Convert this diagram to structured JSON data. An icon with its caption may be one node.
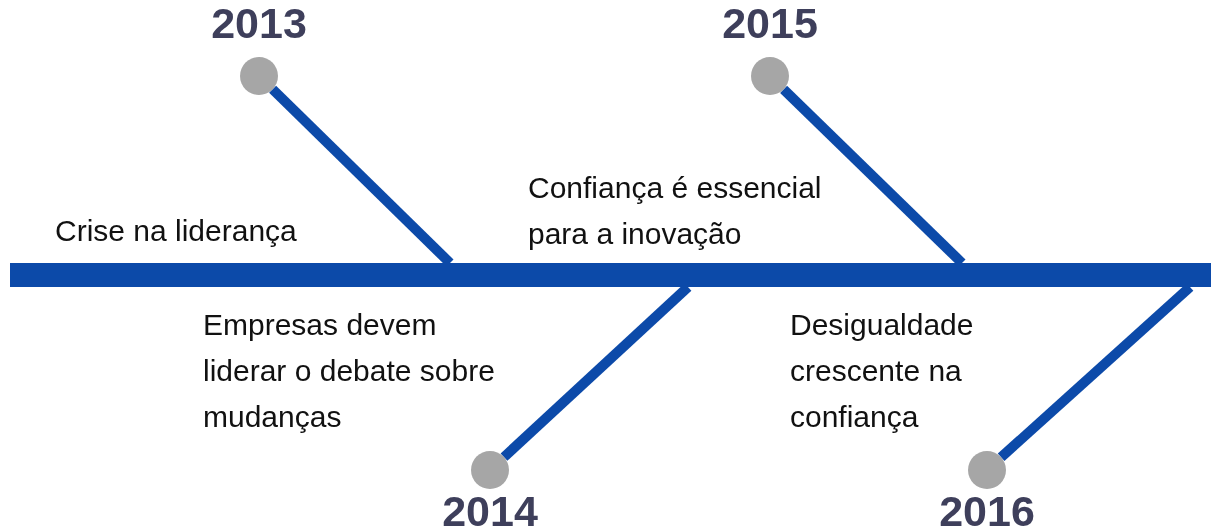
{
  "diagram": {
    "nodes": [
      {
        "text": [],
        "shape": "bar"
      },
      {
        "text": [
          "2013"
        ]
      },
      {
        "text": [
          "2014"
        ]
      },
      {
        "text": [
          "2015"
        ]
      },
      {
        "text": [
          "2016"
        ]
      }
    ],
    "edges": [
      {
        "from": 1,
        "to": 0,
        "arrow": "none"
      },
      {
        "from": 2,
        "to": 0,
        "arrow": "none"
      },
      {
        "from": 3,
        "to": 0,
        "arrow": "none"
      },
      {
        "from": 4,
        "to": 0,
        "arrow": "none"
      }
    ],
    "labels": [
      "Crise na liderança",
      "Confiança é essencial para a inovação",
      "Empresas devem liderar o debate sobre mudanças",
      "Desigualdade crescente na confiança"
    ]
  }
}
